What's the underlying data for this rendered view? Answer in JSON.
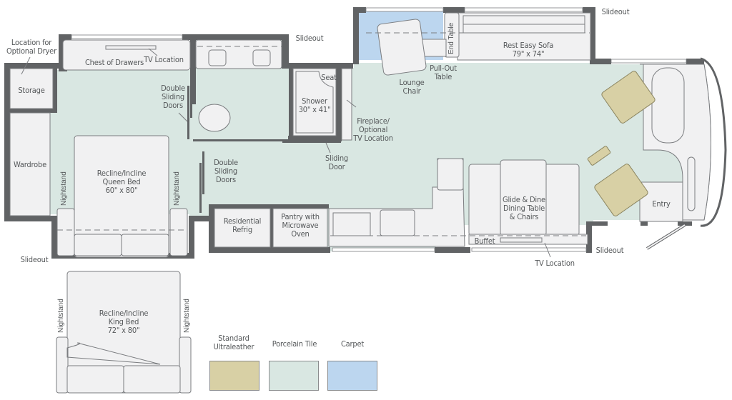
{
  "floorplan": {
    "colors": {
      "wall": "#616365",
      "tile": "#d9e7e2",
      "carpet": "#bcd6ef",
      "leather": "#d8d0a5",
      "furniture": "#f1f1f2",
      "outline": "#7b7d80"
    },
    "rooms": {
      "dryer_note": "Location for\nOptional Dryer",
      "storage": "Storage",
      "wardrobe": "Wardrobe",
      "chest": "Chest of Drawers",
      "tv_location_bedroom": "TV Location",
      "double_sliding_doors_1": "Double\nSliding\nDoors",
      "double_sliding_doors_2": "Double\nSliding\nDoors",
      "queen_bed": "Recline/Incline\nQueen Bed\n60\" x 80\"",
      "nightstand_left": "Nightstand",
      "nightstand_right": "Nightstand",
      "slideout_bedroom": "Slideout",
      "slideout_bath": "Slideout",
      "seat": "Seat",
      "shower": "Shower\n30\" x 41\"",
      "sliding_door": "Sliding\nDoor",
      "fireplace": "Fireplace/\nOptional\nTV Location",
      "lounge_chair": "Lounge\nChair",
      "pull_out_table": "Pull-Out\nTable",
      "end_table": "End Table",
      "sofa": "Rest Easy Sofa\n79\" x 74\"",
      "slideout_living": "Slideout",
      "refrig": "Residential\nRefrig",
      "pantry": "Pantry with\nMicrowave\nOven",
      "dining": "Glide & Dine\nDining Table\n& Chairs",
      "buffet": "Buffet",
      "tv_location_dining": "TV Location",
      "slideout_dining": "Slideout",
      "entry": "Entry"
    },
    "alt_bed": {
      "king_bed": "Recline/Incline\nKing Bed\n72\" x 80\"",
      "nightstand_left": "Nightstand",
      "nightstand_right": "Nightstand"
    }
  },
  "legend": {
    "items": [
      {
        "label": "Standard\nUltraleather",
        "color": "#d8d0a5"
      },
      {
        "label": "Porcelain Tile",
        "color": "#d9e7e2"
      },
      {
        "label": "Carpet",
        "color": "#bcd6ef"
      }
    ]
  }
}
